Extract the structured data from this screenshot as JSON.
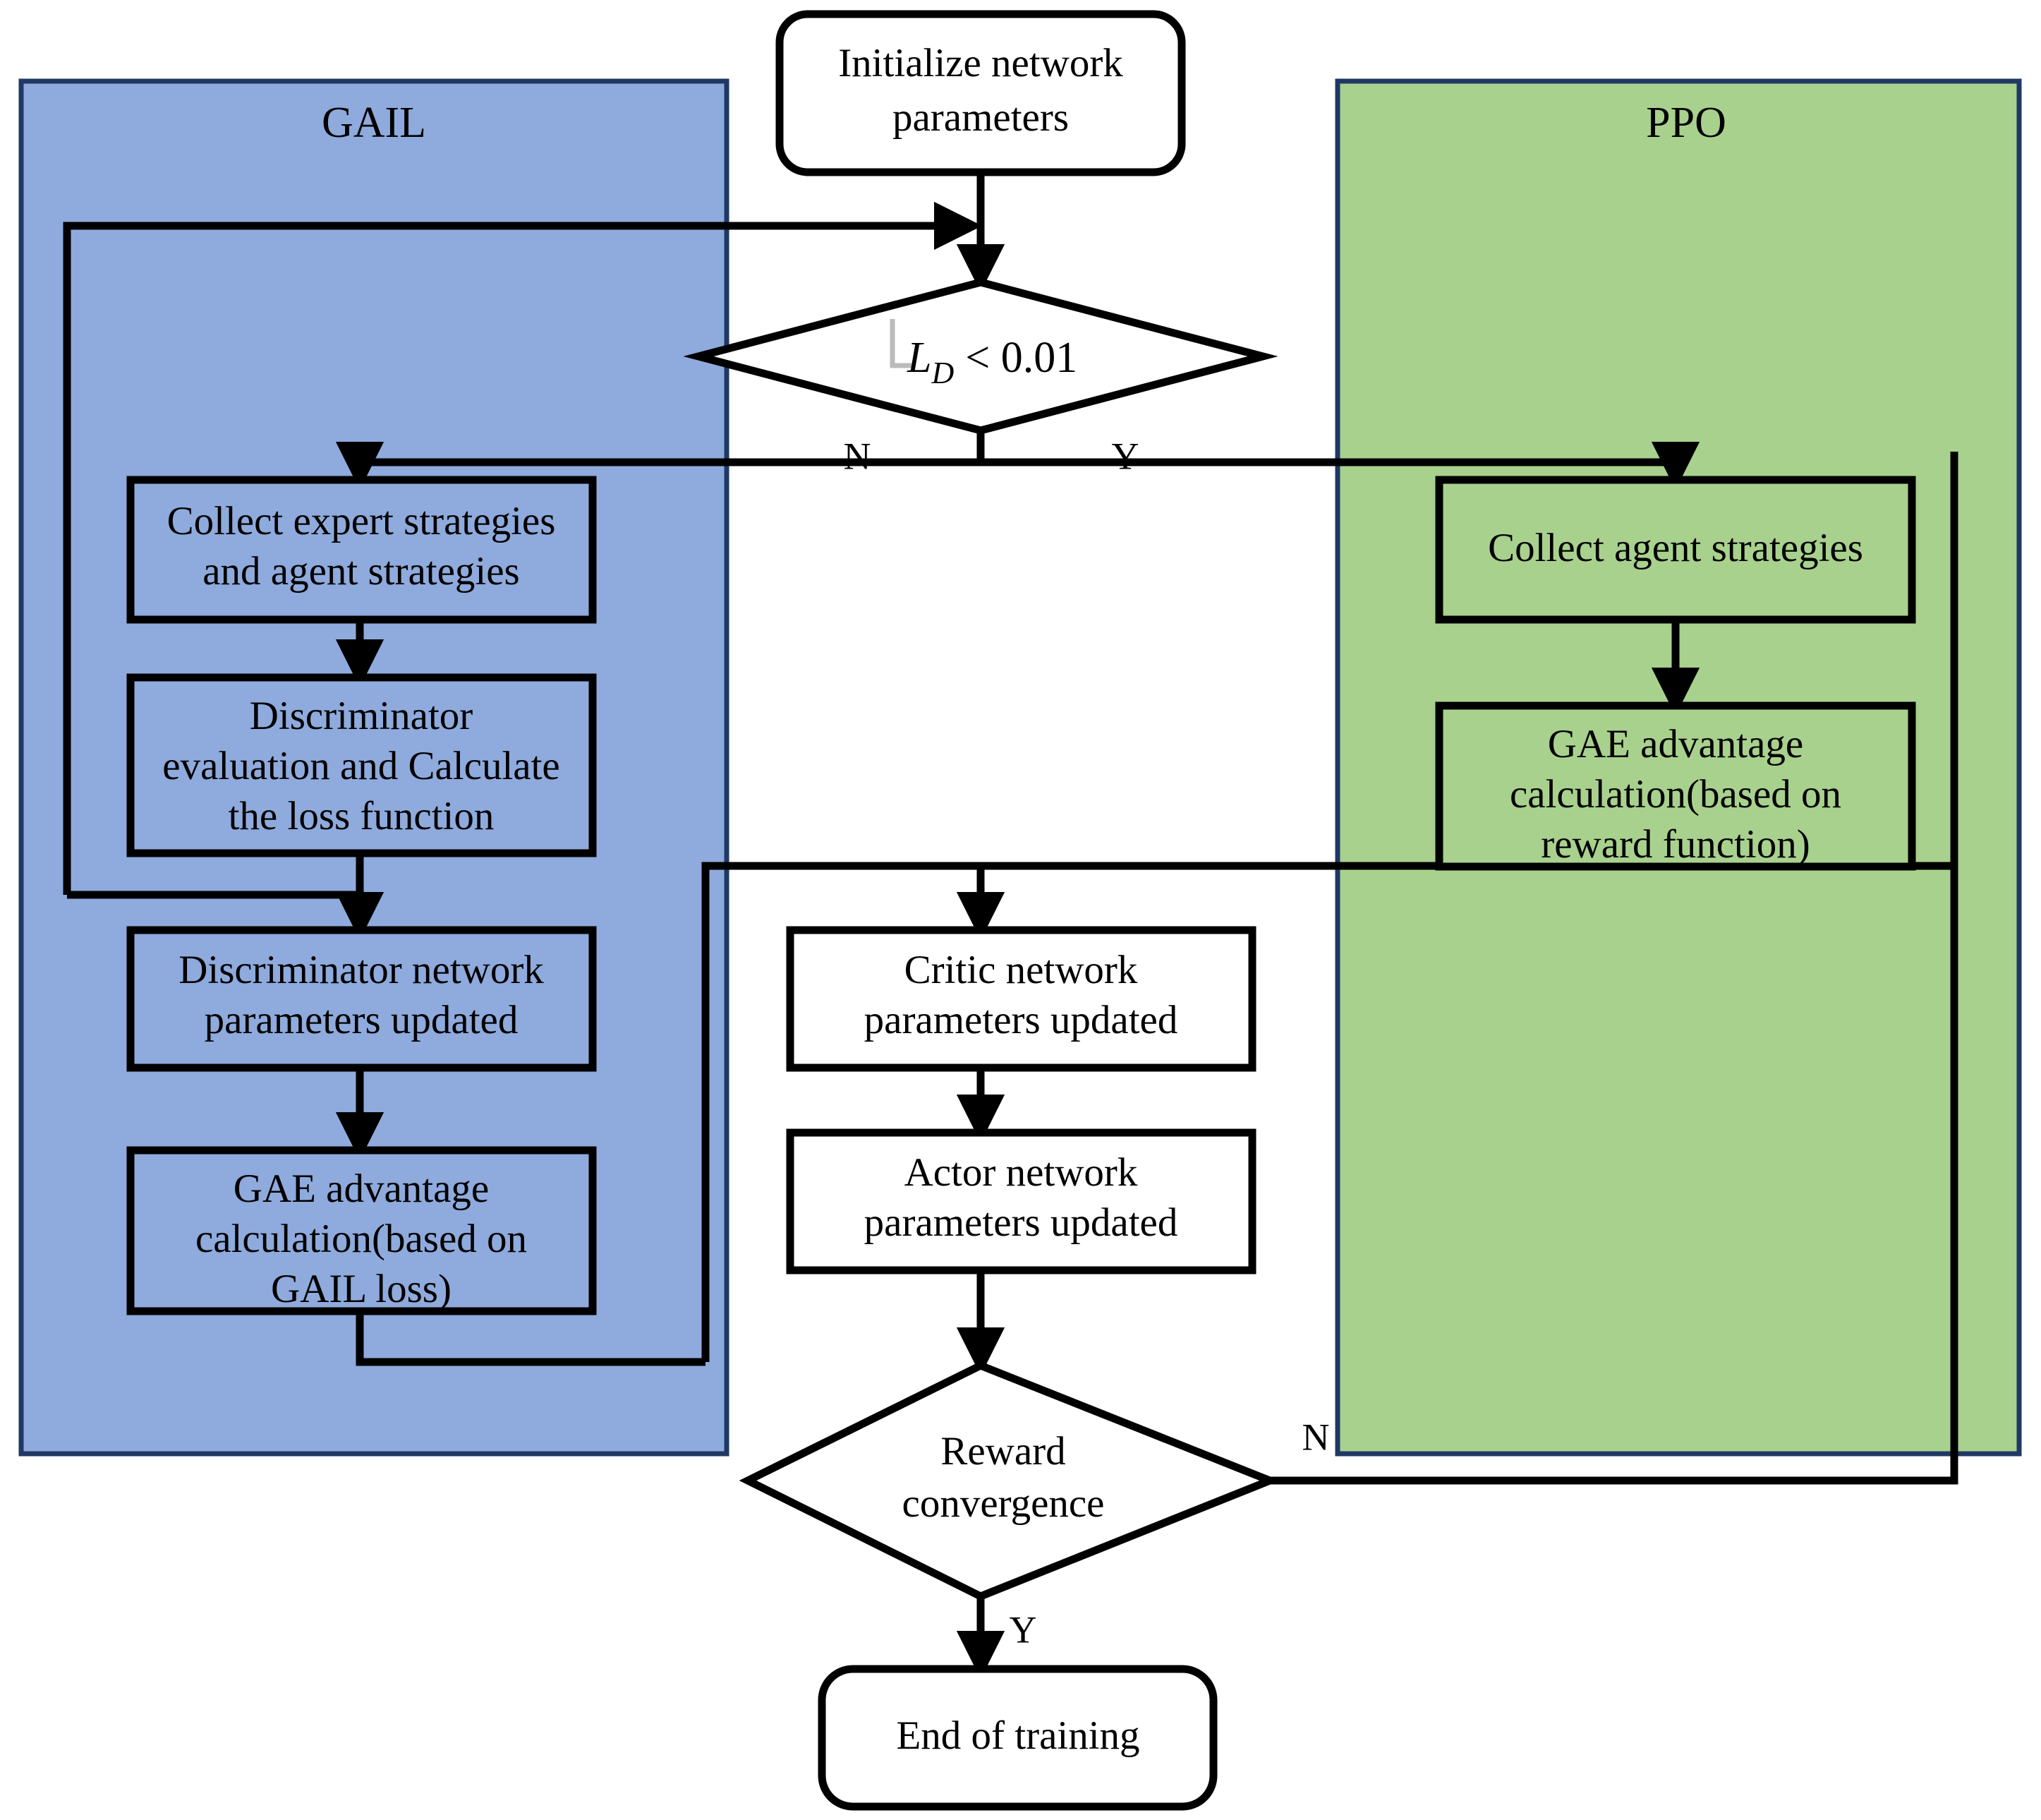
{
  "diagram": {
    "title": "GAIL-PPO training flowchart",
    "colors": {
      "gail_panel_fill": "#8FAADC",
      "ppo_panel_fill": "#A9D18E",
      "panel_border": "#1F3864",
      "node_fill": "#FFFFFF",
      "node_stroke": "#000000",
      "edge_stroke": "#000000"
    },
    "panels": [
      {
        "id": "gail",
        "label": "GAIL",
        "fill": "#8FAADC"
      },
      {
        "id": "ppo",
        "label": "PPO",
        "fill": "#A9D18E"
      }
    ],
    "nodes": [
      {
        "id": "init",
        "shape": "rounded",
        "lines": [
          "Initialize network",
          "parameters"
        ]
      },
      {
        "id": "decision_ld",
        "shape": "diamond",
        "formula": "L_D < 0.01",
        "formula_var": "L",
        "formula_sub": "D",
        "formula_rest": "< 0.01"
      },
      {
        "id": "collect_expert",
        "shape": "rect",
        "lines": [
          "Collect expert strategies",
          "and agent strategies"
        ]
      },
      {
        "id": "disc_eval",
        "shape": "rect",
        "lines": [
          "Discriminator",
          "evaluation and Calculate",
          "the loss function"
        ]
      },
      {
        "id": "disc_update",
        "shape": "rect",
        "lines": [
          "Discriminator network",
          "parameters updated"
        ]
      },
      {
        "id": "gae_gail",
        "shape": "rect",
        "lines": [
          "GAE advantage",
          "calculation(based on",
          "GAIL loss)"
        ]
      },
      {
        "id": "collect_agent",
        "shape": "rect",
        "lines": [
          "Collect agent strategies"
        ]
      },
      {
        "id": "gae_ppo",
        "shape": "rect",
        "lines": [
          "GAE advantage",
          "calculation(based on",
          "reward function)"
        ]
      },
      {
        "id": "critic",
        "shape": "rect",
        "lines": [
          "Critic network",
          "parameters updated"
        ]
      },
      {
        "id": "actor",
        "shape": "rect",
        "lines": [
          "Actor network",
          "parameters updated"
        ]
      },
      {
        "id": "decision_rew",
        "shape": "diamond",
        "lines": [
          "Reward",
          "convergence"
        ]
      },
      {
        "id": "end",
        "shape": "rounded",
        "lines": [
          "End of training"
        ]
      }
    ],
    "edge_labels": {
      "ld_no": "N",
      "ld_yes": "Y",
      "reward_no": "N",
      "reward_yes": "Y"
    }
  }
}
